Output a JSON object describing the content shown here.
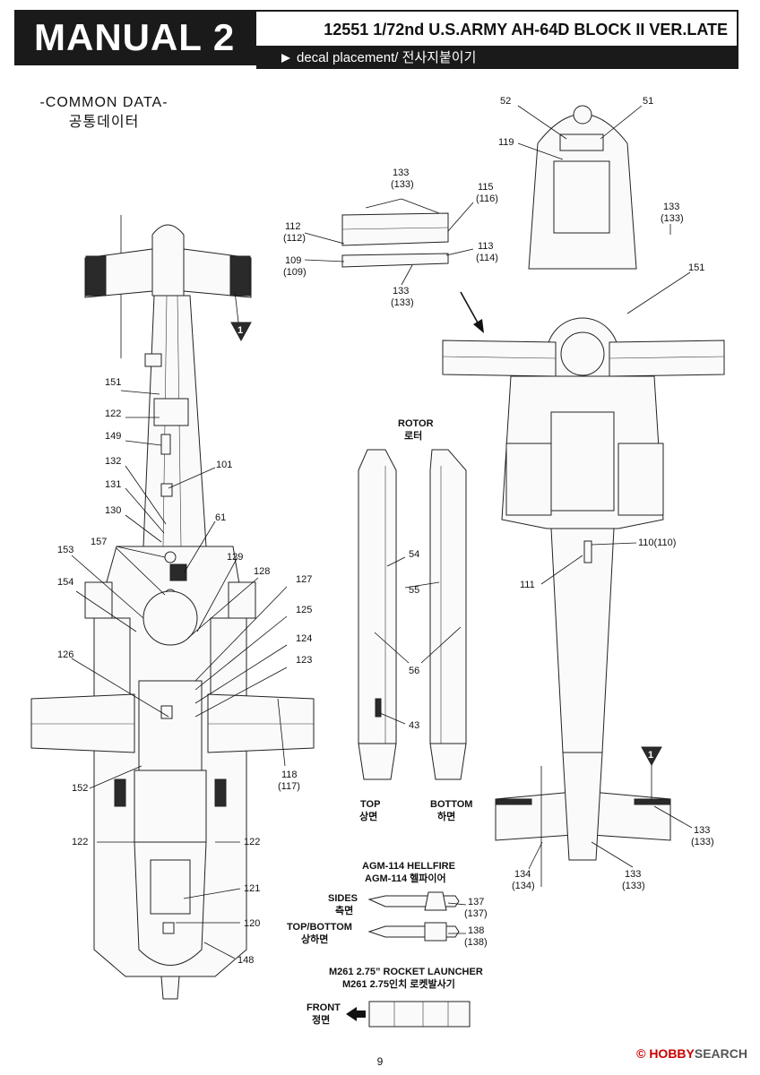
{
  "header": {
    "manual_label": "MANUAL 2",
    "kit_title": "12551 1/72nd U.S.ARMY AH-64D BLOCK II VER.LATE",
    "section": "decal placement/ 전사지붙이기"
  },
  "common_data": {
    "title_en": "-COMMON DATA-",
    "title_ko": "공통데이터"
  },
  "rotor": {
    "title_en": "ROTOR",
    "title_ko": "로터",
    "top_en": "TOP",
    "top_ko": "상면",
    "bottom_en": "BOTTOM",
    "bottom_ko": "하면"
  },
  "hellfire": {
    "title_en": "AGM-114 HELLFIRE",
    "title_ko": "AGM-114 헬파이어",
    "sides_en": "SIDES",
    "sides_ko": "측면",
    "topbottom_en": "TOP/BOTTOM",
    "topbottom_ko": "상하면",
    "decal_sides": "137",
    "decal_sides_alt": "(137)",
    "decal_tb": "138",
    "decal_tb_alt": "(138)"
  },
  "rocket": {
    "title_en": "M261 2.75”  ROCKET LAUNCHER",
    "title_ko": "M261 2.75인치 로켓발사기",
    "front_en": "FRONT",
    "front_ko": "정면"
  },
  "callouts": {
    "c151": "151",
    "c122": "122",
    "c149": "149",
    "c132": "132",
    "c101": "101",
    "c131": "131",
    "c130": "130",
    "c61": "61",
    "c153": "153",
    "c157": "157",
    "c129": "129",
    "c128": "128",
    "c154": "154",
    "c127": "127",
    "c125": "125",
    "c124": "124",
    "c126": "126",
    "c123": "123",
    "c118": "118",
    "c117": "(117)",
    "c152": "152",
    "c122a": "122",
    "c122b": "122",
    "c121": "121",
    "c120": "120",
    "c148": "148",
    "c1a": "1",
    "c1b": "1",
    "c133a": "133",
    "c133a2": "(133)",
    "c115": "115",
    "c116": "(116)",
    "c112": "112",
    "c112b": "(112)",
    "c113": "113",
    "c114": "(114)",
    "c109": "109",
    "c109b": "(109)",
    "c133b": "133",
    "c133b2": "(133)",
    "c52": "52",
    "c51": "51",
    "c119": "119",
    "c133c": "133",
    "c133c2": "(133)",
    "c151b": "151",
    "c110": "110(110)",
    "c111": "111",
    "c54": "54",
    "c55": "55",
    "c56": "56",
    "c43": "43",
    "c133d": "133",
    "c133d2": "(133)",
    "c134": "134",
    "c134b": "(134)",
    "c133e": "133",
    "c133e2": "(133)"
  },
  "page_number": "9",
  "watermark": {
    "brand": "HOBBY",
    "rest": "SEARCH",
    "symbol": "©"
  }
}
